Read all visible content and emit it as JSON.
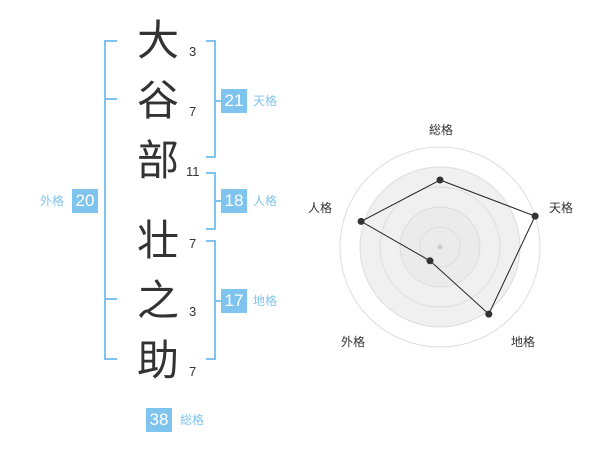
{
  "name": {
    "chars": [
      {
        "char": "大",
        "strokes": "3"
      },
      {
        "char": "谷",
        "strokes": "7"
      },
      {
        "char": "部",
        "strokes": "11"
      },
      {
        "char": "壮",
        "strokes": "7"
      },
      {
        "char": "之",
        "strokes": "3"
      },
      {
        "char": "助",
        "strokes": "7"
      }
    ]
  },
  "kaku": {
    "tenkaku": {
      "value": "21",
      "label": "天格"
    },
    "jinkaku": {
      "value": "18",
      "label": "人格"
    },
    "chikaku": {
      "value": "17",
      "label": "地格"
    },
    "gaikaku": {
      "value": "20",
      "label": "外格"
    },
    "soukaku": {
      "value": "38",
      "label": "総格"
    }
  },
  "colors": {
    "accent": "#7fc4ee",
    "text": "#333333",
    "radar_fill": "#f0f0f0",
    "radar_ring": "#dddddd"
  },
  "chart_data": {
    "type": "radar",
    "axes": [
      "総格",
      "天格",
      "地格",
      "外格",
      "人格"
    ],
    "values": [
      0.67,
      1.0,
      0.83,
      0.17,
      0.83
    ],
    "range": [
      0,
      1
    ],
    "rings": 5
  }
}
